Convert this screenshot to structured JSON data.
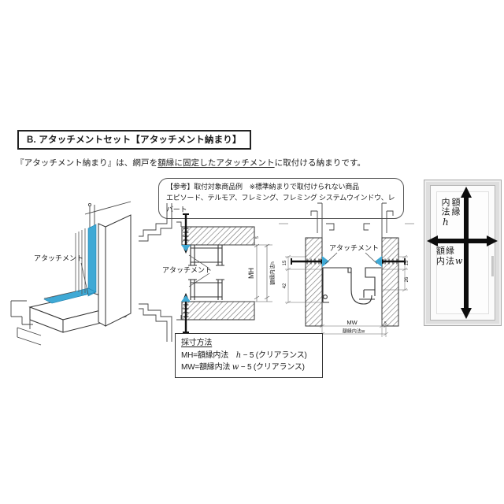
{
  "colors": {
    "accent_blue": "#3FA9D5",
    "line_dark": "#1a1a1a"
  },
  "header": {
    "title": "B. アタッチメントセット【アタッチメント納まり】",
    "description": {
      "prefix": "『アタッチメント納まり』は、網戸を",
      "underlined": "額縁に固定したアタッチメント",
      "suffix": "に取付ける納まりです。"
    }
  },
  "reference_box": {
    "line1": "【参考】取付対象商品例　※標準納まりで取付けられない商品",
    "line2": "エピソード、テルモア、フレミング、フレミング システムウインドウ、レバート"
  },
  "isometric_view": {
    "attachment_label": "アタッチメント"
  },
  "vertical_section": {
    "attachment_label": "アタッチメント",
    "dim_mh": "MH",
    "dim_inner_height": "額縁内法h",
    "clearance": "5"
  },
  "horizontal_section": {
    "attachment_label": "アタッチメント",
    "dim_left_top": "15",
    "dim_left_bottom": "42",
    "dim_right_top": "15",
    "dim_right_bottom": "26",
    "dim_mw": "MW",
    "dim_inner_width": "額縁内法w",
    "clearance": "5"
  },
  "frame_photo": {
    "label_h": {
      "col_right": "額縁",
      "col_left": "内法",
      "var": "h"
    },
    "label_w": {
      "line1": "額縁",
      "line2": "内法",
      "var": "w"
    }
  },
  "measurement_box": {
    "title": "採寸方法",
    "rows": [
      {
        "prefix": "MH=額縁内法　",
        "var": "h",
        "suffix": " − 5 (クリアランス)"
      },
      {
        "prefix": "MW=額縁内法 ",
        "var": "w",
        "suffix": " − 5 (クリアランス)"
      }
    ]
  }
}
